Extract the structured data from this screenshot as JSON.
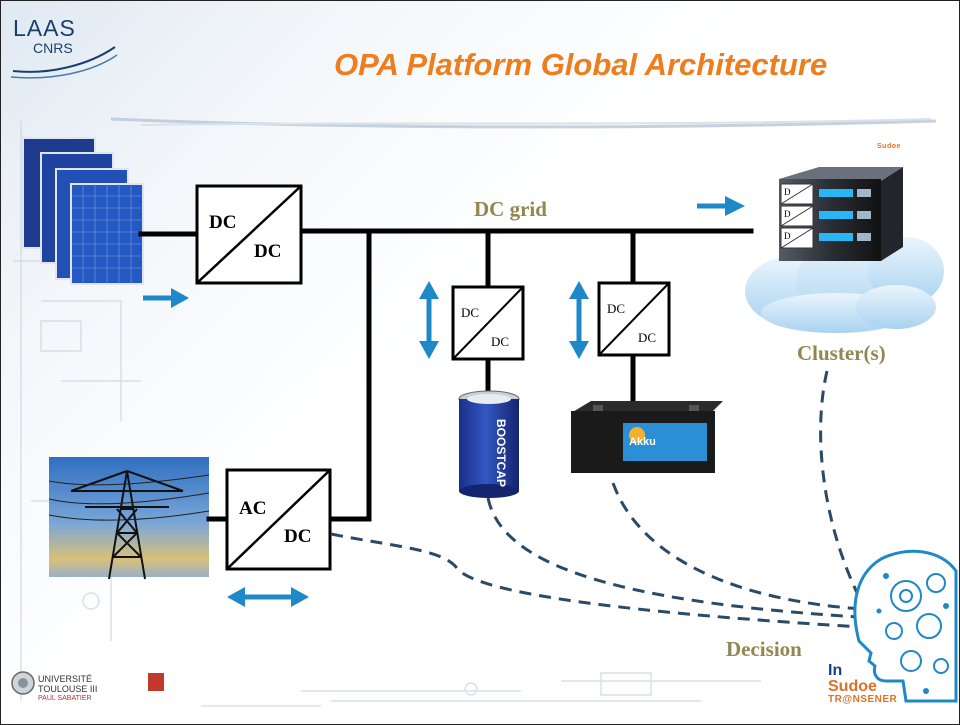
{
  "logo": {
    "line1": "LAAS",
    "line2": "CNRS"
  },
  "title": "OPA Platform Global Architecture",
  "sudoe_mark": "Sudoe",
  "labels": {
    "dc_grid": "DC grid",
    "clusters": "Cluster(s)",
    "decision": "Decision"
  },
  "converters": {
    "pv": {
      "top": "DC",
      "bottom": "DC"
    },
    "grid": {
      "top": "AC",
      "bottom": "DC"
    },
    "supercap": {
      "top": "DC",
      "bottom": "DC"
    },
    "battery": {
      "top": "DC",
      "bottom": "DC"
    },
    "server_small": "D"
  },
  "supercap_label": "BOOSTCAP",
  "battery_label": "Akku",
  "university": {
    "line1": "UNIVERSITÉ",
    "line2": "TOULOUSE III",
    "line3": "PAUL SABATIER"
  },
  "footer_logos": {
    "interreg": "In",
    "sudoe": "Sudoe",
    "transener": "TR@NSENER"
  },
  "colors": {
    "title": "#ee7d1e",
    "label": "#928651",
    "arrow": "#1e88c8",
    "dash": "#2a4a66"
  }
}
